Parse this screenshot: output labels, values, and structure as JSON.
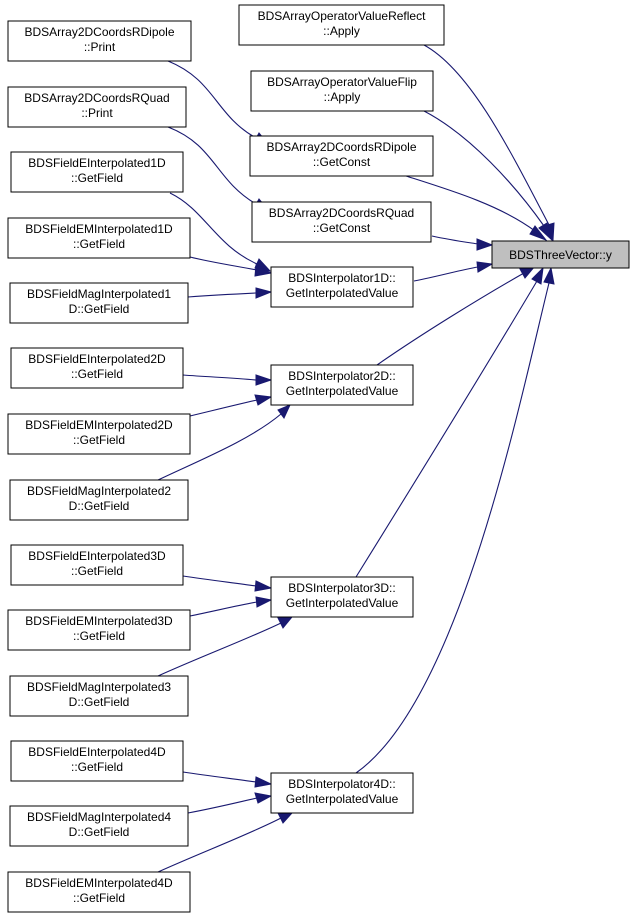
{
  "colors": {
    "edge": "#191970",
    "root_fill": "#bfbfbf",
    "node_fill": "#ffffff",
    "border": "#000000"
  },
  "nodes": {
    "root": [
      "BDSThreeVector::y"
    ],
    "reflect": [
      "BDSArrayOperatorValueReflect",
      "::Apply"
    ],
    "flip": [
      "BDSArrayOperatorValueFlip",
      "::Apply"
    ],
    "dipole_print": [
      "BDSArray2DCoordsRDipole",
      "::Print"
    ],
    "quad_print": [
      "BDSArray2DCoordsRQuad",
      "::Print"
    ],
    "dipole_const": [
      "BDSArray2DCoordsRDipole",
      "::GetConst"
    ],
    "quad_const": [
      "BDSArray2DCoordsRQuad",
      "::GetConst"
    ],
    "e1d": [
      "BDSFieldEInterpolated1D",
      "::GetField"
    ],
    "em1d": [
      "BDSFieldEMInterpolated1D",
      "::GetField"
    ],
    "mag1d": [
      "BDSFieldMagInterpolated1",
      "D::GetField"
    ],
    "interp1d": [
      "BDSInterpolator1D::",
      "GetInterpolatedValue"
    ],
    "e2d": [
      "BDSFieldEInterpolated2D",
      "::GetField"
    ],
    "em2d": [
      "BDSFieldEMInterpolated2D",
      "::GetField"
    ],
    "mag2d": [
      "BDSFieldMagInterpolated2",
      "D::GetField"
    ],
    "interp2d": [
      "BDSInterpolator2D::",
      "GetInterpolatedValue"
    ],
    "e3d": [
      "BDSFieldEInterpolated3D",
      "::GetField"
    ],
    "em3d": [
      "BDSFieldEMInterpolated3D",
      "::GetField"
    ],
    "mag3d": [
      "BDSFieldMagInterpolated3",
      "D::GetField"
    ],
    "interp3d": [
      "BDSInterpolator3D::",
      "GetInterpolatedValue"
    ],
    "e4d": [
      "BDSFieldEInterpolated4D",
      "::GetField"
    ],
    "mag4d": [
      "BDSFieldMagInterpolated4",
      "D::GetField"
    ],
    "em4d": [
      "BDSFieldEMInterpolated4D",
      "::GetField"
    ],
    "interp4d": [
      "BDSInterpolator4D::",
      "GetInterpolatedValue"
    ]
  }
}
